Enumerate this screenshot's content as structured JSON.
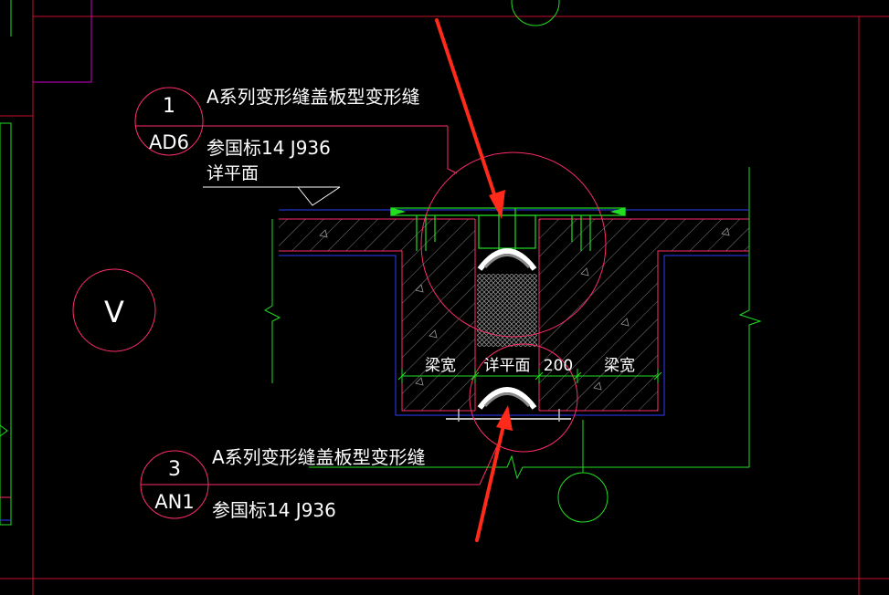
{
  "callout_top": {
    "number": "1",
    "sheet": "AD6",
    "title": "A系列变形缝盖板型变形缝",
    "ref_line1": "参国标14 J936",
    "ref_line2": "详平面"
  },
  "callout_bottom": {
    "number": "3",
    "sheet": "AN1",
    "title": "A系列变形缝盖板型变形缝",
    "ref_line1": "参国标14 J936"
  },
  "axis_bubble": {
    "label": "V"
  },
  "dimensions": {
    "left_width": "梁宽",
    "middle": "详平面",
    "gap": "200",
    "right_width": "梁宽"
  },
  "colors": {
    "background": "#000000",
    "border": "#c8102e",
    "structure": "#ff2d6a",
    "outline_blue": "#2b3bff",
    "green": "#22dd22",
    "magenta": "#d000d0",
    "hatch": "#7a7a7a",
    "arrow": "#ff2a1a",
    "text": "#ffffff"
  }
}
